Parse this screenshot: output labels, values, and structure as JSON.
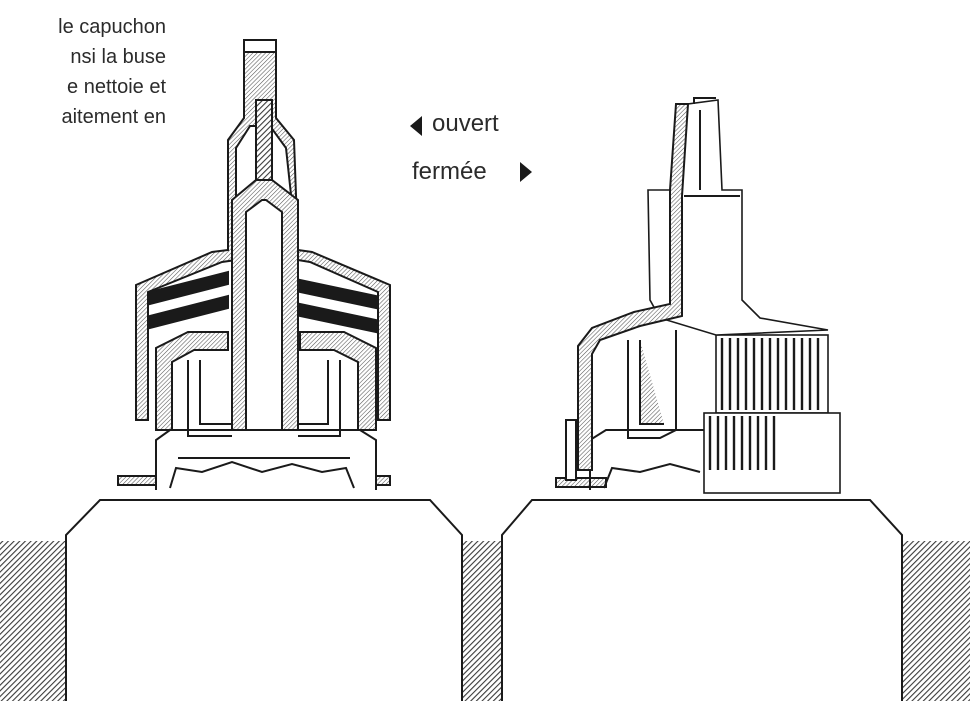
{
  "intro_lines": [
    "le capuchon",
    "nsi  la  buse",
    "e  nettoie  et",
    "aitement en"
  ],
  "labels": {
    "open": "ouvert",
    "closed": "fermée"
  },
  "colors": {
    "ink": "#1a1a1a",
    "hatch": "#555555",
    "paper": "#ffffff"
  }
}
